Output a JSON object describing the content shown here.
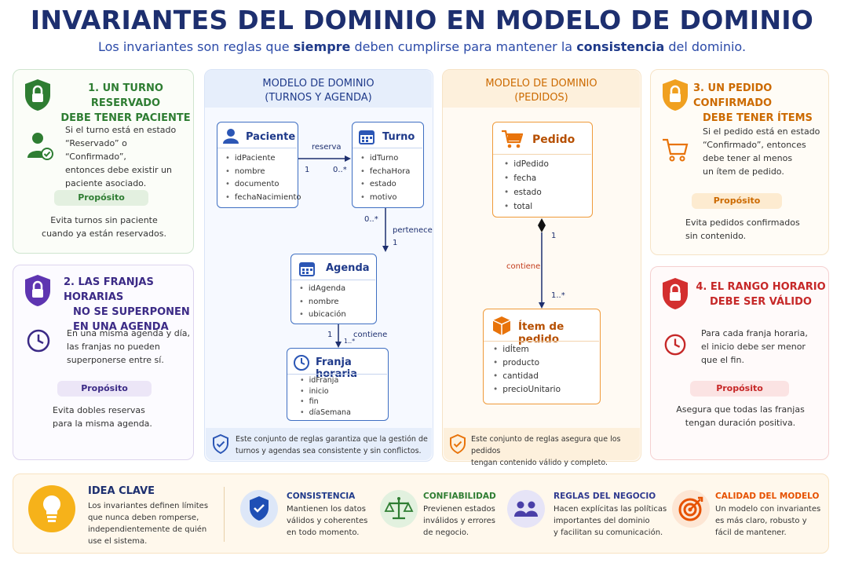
{
  "header": {
    "title": "INVARIANTES DEL DOMINIO EN MODELO DE DOMINIO",
    "subtitle_parts": [
      "Los invariantes son reglas que ",
      "siempre",
      " deben cumplirse para mantener la ",
      "consistencia",
      " del dominio."
    ]
  },
  "rules": [
    {
      "title1": "1. UN TURNO RESERVADO",
      "title2": "DEBE TENER PACIENTE",
      "text": [
        "Si el turno está en estado",
        "“Reservado” o “Confirmado”,",
        "entonces debe existir un",
        "paciente asociado."
      ],
      "purpose_label": "Propósito",
      "purpose": [
        "Evita turnos sin paciente",
        "cuando ya están reservados."
      ],
      "color": "#2e7d32"
    },
    {
      "title1": "2. LAS FRANJAS HORARIAS",
      "title2": "NO SE SUPERPONEN",
      "title3": "EN UNA AGENDA",
      "text": [
        "En una misma agenda y día,",
        "las franjas no pueden",
        "superponerse entre sí."
      ],
      "purpose_label": "Propósito",
      "purpose": [
        "Evita dobles reservas",
        "para la misma agenda."
      ],
      "color": "#5e35b1"
    },
    {
      "title1": "3. UN PEDIDO CONFIRMADO",
      "title2": "DEBE TENER ÍTEMS",
      "text": [
        "Si el pedido está en estado",
        "“Confirmado”, entonces",
        "debe tener al menos",
        "un ítem de pedido."
      ],
      "purpose_label": "Propósito",
      "purpose": [
        "Evita pedidos confirmados",
        "sin contenido."
      ],
      "color": "#e08a00"
    },
    {
      "title1": "4. EL RANGO HORARIO",
      "title2": "DEBE SER VÁLIDO",
      "text": [
        "Para cada franja horaria,",
        "el inicio debe ser menor",
        "que el fin."
      ],
      "purpose_label": "Propósito",
      "purpose": [
        "Asegura que todas las franjas",
        "tengan duración positiva."
      ],
      "color": "#c62828"
    }
  ],
  "model_turnos": {
    "title1": "MODELO DE DOMINIO",
    "title2": "(TURNOS Y AGENDA)",
    "paciente": {
      "name": "Paciente",
      "attrs": [
        "idPaciente",
        "nombre",
        "documento",
        "fechaNacimiento"
      ]
    },
    "turno": {
      "name": "Turno",
      "attrs": [
        "idTurno",
        "fechaHora",
        "estado",
        "motivo"
      ]
    },
    "agenda": {
      "name": "Agenda",
      "attrs": [
        "idAgenda",
        "nombre",
        "ubicación"
      ]
    },
    "franja": {
      "name": "Franja horaria",
      "attrs": [
        "idFranja",
        "inicio",
        "fin",
        "díaSemana"
      ]
    },
    "rel_reserva": "reserva",
    "rel_reserva_m1": "1",
    "rel_reserva_m2": "0..*",
    "rel_pertenece": "pertenece",
    "rel_pertenece_m1": "0..*",
    "rel_pertenece_m2": "1",
    "rel_contiene": "contiene",
    "rel_contiene_m1": "1",
    "rel_contiene_m2": "1..*",
    "note": [
      "Este conjunto de reglas garantiza que la gestión de",
      "turnos y agendas sea consistente y sin conflictos."
    ]
  },
  "model_pedidos": {
    "title1": "MODELO DE DOMINIO",
    "title2": "(PEDIDOS)",
    "pedido": {
      "name": "Pedido",
      "attrs": [
        "idPedido",
        "fecha",
        "estado",
        "total"
      ]
    },
    "item": {
      "name": "Ítem de pedido",
      "attrs": [
        "idÍtem",
        "producto",
        "cantidad",
        "precioUnitario"
      ]
    },
    "rel_contiene": "contiene",
    "rel_m1": "1",
    "rel_m2": "1..*",
    "note": [
      "Este conjunto de reglas asegura que los pedidos",
      "tengan contenido válido y completo."
    ]
  },
  "key_idea": {
    "title": "IDEA CLAVE",
    "text": [
      "Los invariantes definen límites",
      "que nunca deben romperse,",
      "independientemente de quién",
      "use el sistema."
    ]
  },
  "benefits": [
    {
      "title": "CONSISTENCIA",
      "text": [
        "Mantienen los datos",
        "válidos y coherentes",
        "en todo momento."
      ],
      "color": "#1f3a8a"
    },
    {
      "title": "CONFIABILIDAD",
      "text": [
        "Previenen estados",
        "inválidos y errores",
        "de negocio."
      ],
      "color": "#2e7d32"
    },
    {
      "title": "REGLAS DEL NEGOCIO",
      "text": [
        "Hacen explícitas las políticas",
        "importantes del dominio",
        "y facilitan su comunicación."
      ],
      "color": "#3949ab"
    },
    {
      "title": "CALIDAD DEL MODELO",
      "text": [
        "Un modelo con invariantes",
        "es más claro, robusto y",
        "fácil de mantener."
      ],
      "color": "#e65100"
    }
  ]
}
